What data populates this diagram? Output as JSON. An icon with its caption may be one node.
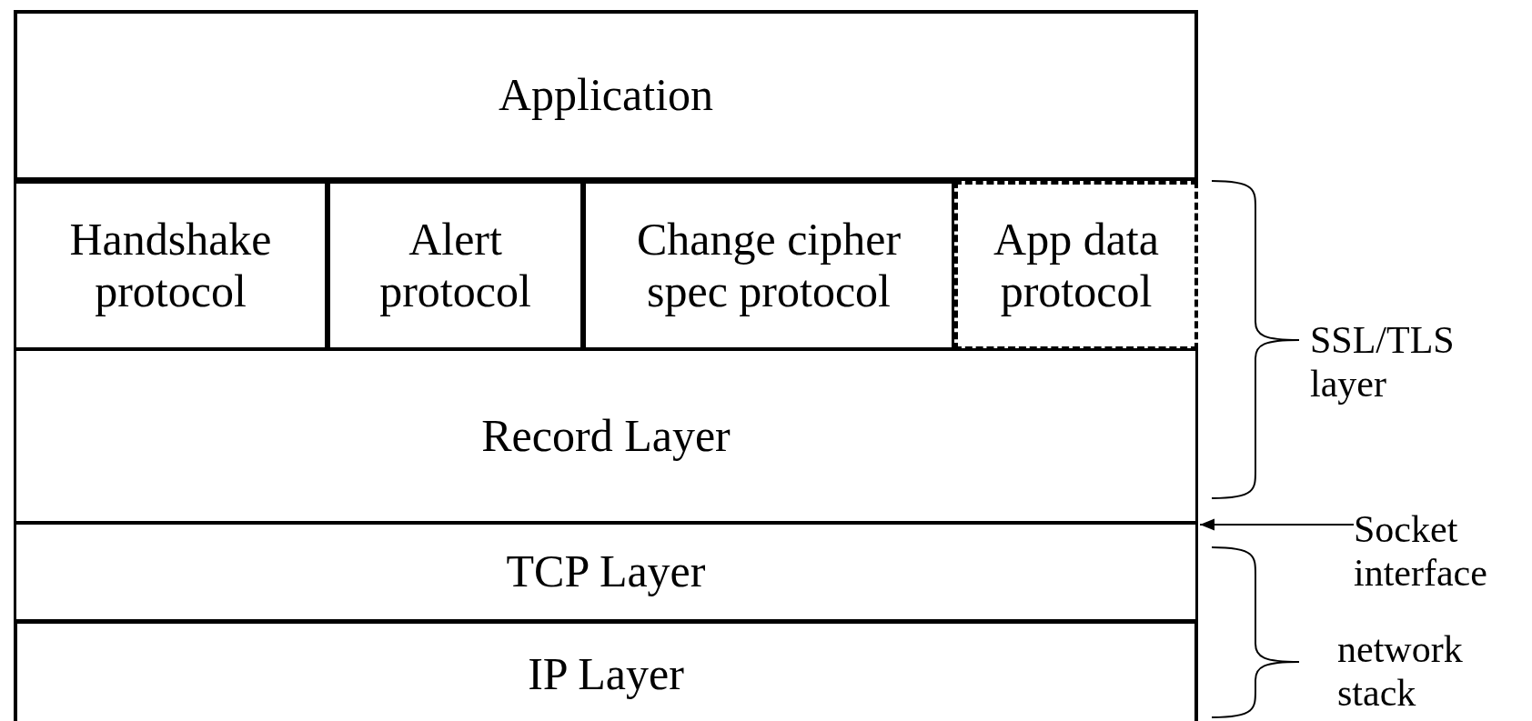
{
  "diagram": {
    "nodes": [
      {
        "text": [
          "Application"
        ]
      },
      {
        "text": [
          "Handshake protocol"
        ]
      },
      {
        "text": [
          "Alert protocol"
        ]
      },
      {
        "text": [
          "Change cipher spec protocol"
        ]
      },
      {
        "text": [
          "App data protocol"
        ]
      },
      {
        "text": [
          "Record Layer"
        ]
      },
      {
        "text": [
          "TCP Layer"
        ]
      },
      {
        "text": [
          "IP Layer"
        ]
      },
      {
        "text": [
          "Socket interface"
        ]
      }
    ],
    "edges": [
      {
        "from": 8,
        "to": 6,
        "arrow": "to"
      }
    ],
    "labels": [
      "SSL/TLS layer",
      "network stack"
    ]
  }
}
